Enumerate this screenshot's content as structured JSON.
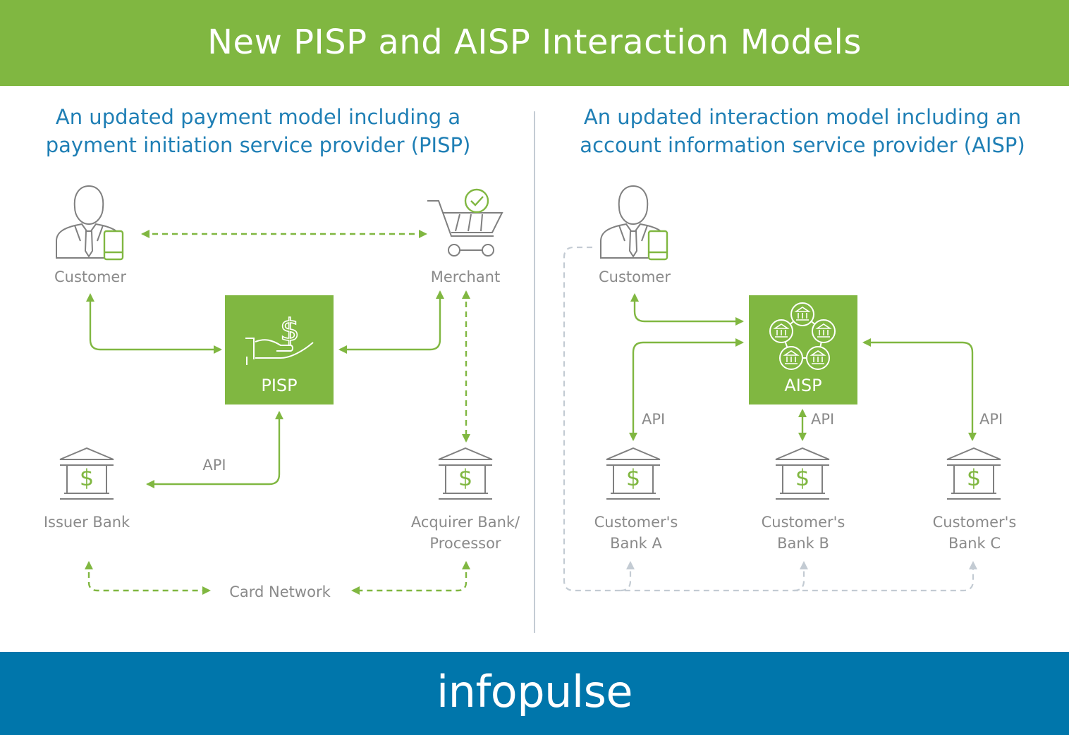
{
  "header": {
    "title": "New PISP and AISP Interaction Models"
  },
  "pisp_panel": {
    "subtitle_line1": "An updated payment model including a",
    "subtitle_line2": "payment initiation service provider (PISP)",
    "customer_label": "Customer",
    "merchant_label": "Merchant",
    "box_label": "PISP",
    "api_label": "API",
    "issuer_label": "Issuer Bank",
    "acquirer_label_line1": "Acquirer Bank/",
    "acquirer_label_line2": "Processor",
    "card_network_label": "Card Network"
  },
  "aisp_panel": {
    "subtitle_line1": "An updated interaction model including an",
    "subtitle_line2": "account information service provider (AISP)",
    "customer_label": "Customer",
    "box_label": "AISP",
    "api_labels": [
      "API",
      "API",
      "API"
    ],
    "banks": [
      {
        "line1": "Customer's",
        "line2": "Bank A"
      },
      {
        "line1": "Customer's",
        "line2": "Bank B"
      },
      {
        "line1": "Customer's",
        "line2": "Bank C"
      }
    ],
    "dollar_glyph": "$"
  },
  "footer": {
    "brand": "infopulse"
  },
  "colors": {
    "green": "#80b741",
    "blue": "#0076ab",
    "subtitle_blue": "#1f7fb5",
    "gray_text": "#8a8a8a",
    "gray_dash": "#c3cbd3"
  }
}
